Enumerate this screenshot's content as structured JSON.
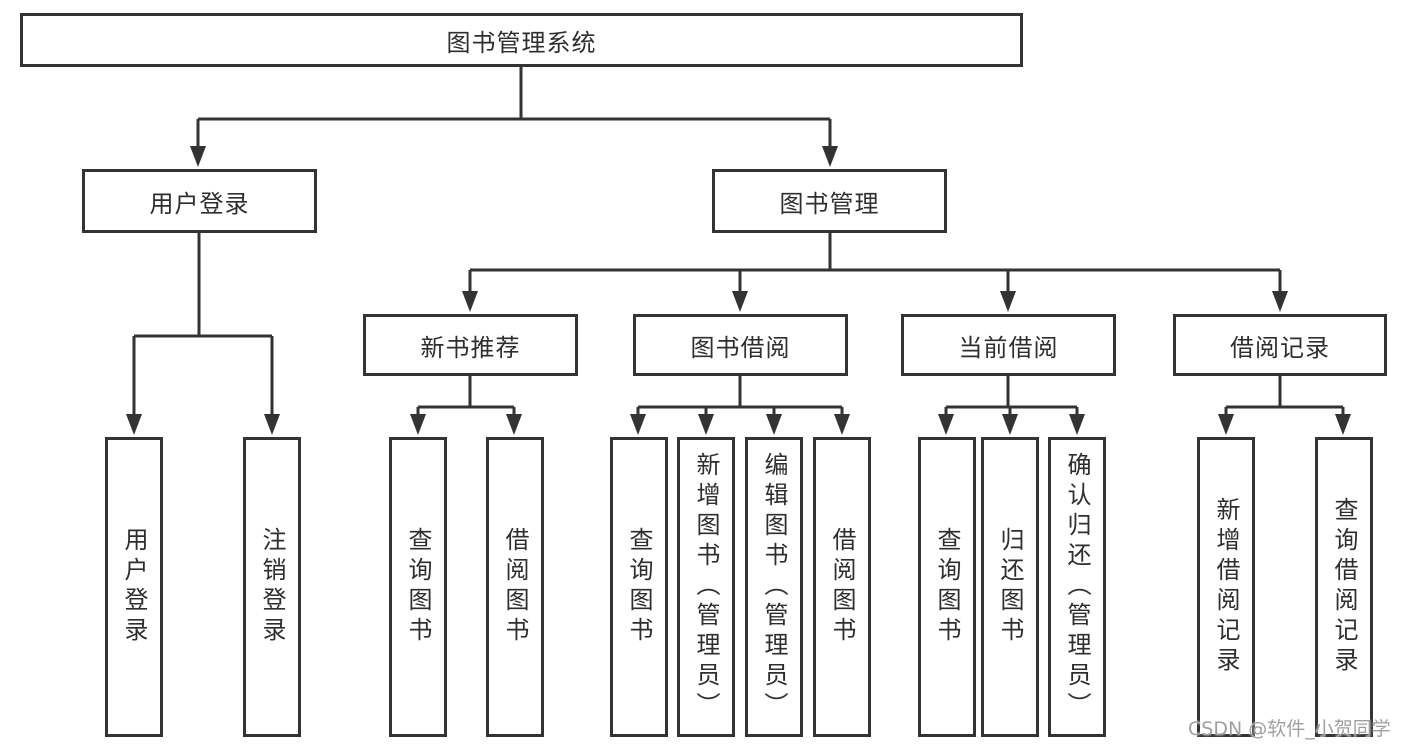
{
  "diagram": {
    "root": {
      "label": "图书管理系统"
    },
    "branches": {
      "user_login": {
        "label": "用户登录",
        "children": [
          {
            "label": "用户登录"
          },
          {
            "label": "注销登录"
          }
        ]
      },
      "book_management": {
        "label": "图书管理",
        "sections": {
          "new_book_recommend": {
            "label": "新书推荐",
            "children": [
              {
                "label": "查询图书"
              },
              {
                "label": "借阅图书"
              }
            ]
          },
          "book_borrow": {
            "label": "图书借阅",
            "children": [
              {
                "label": "查询图书"
              },
              {
                "label": "新增图书（管理员）"
              },
              {
                "label": "编辑图书（管理员）"
              },
              {
                "label": "借阅图书"
              }
            ]
          },
          "current_borrow": {
            "label": "当前借阅",
            "children": [
              {
                "label": "查询图书"
              },
              {
                "label": "归还图书"
              },
              {
                "label": "确认归还（管理员）"
              }
            ]
          },
          "borrow_records": {
            "label": "借阅记录",
            "children": [
              {
                "label": "新增借阅记录"
              },
              {
                "label": "查询借阅记录"
              }
            ]
          }
        }
      }
    },
    "watermark": "CSDN @软件_小贺同学",
    "colors": {
      "line": "#333333",
      "text": "#2e2e2e",
      "box_background": "#ffffff",
      "watermark": "#a0a0a0"
    }
  }
}
